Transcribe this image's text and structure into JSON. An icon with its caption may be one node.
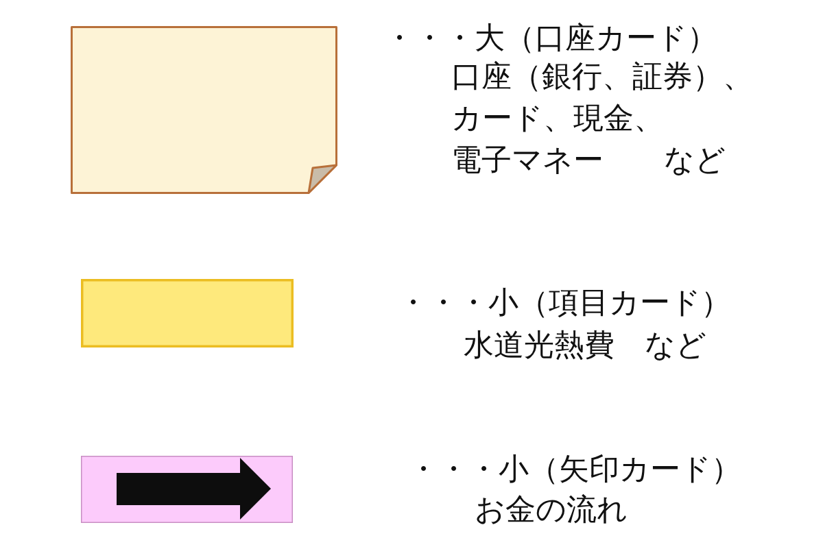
{
  "diagram": {
    "nodes": [
      {
        "text": [],
        "shape": "card",
        "beside": [
          "・・・大（口座カード）",
          "口座（銀行、証券）、カード、現金、電子マネー　　など"
        ]
      },
      {
        "text": [],
        "shape": "box",
        "beside": [
          "・・・小（項目カード）",
          "水道光熱費　など"
        ]
      },
      {
        "text": [],
        "shape": "box",
        "beside": [
          "・・・小（矢印カード）",
          "お金の流れ"
        ]
      }
    ]
  }
}
